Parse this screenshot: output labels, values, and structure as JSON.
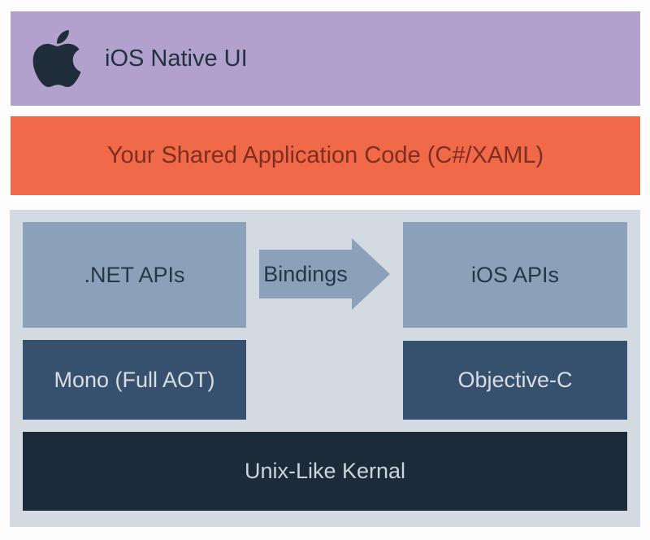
{
  "layers": {
    "native_ui": {
      "label": "iOS Native UI",
      "icon": "apple-logo",
      "bg": "#b3a1cd",
      "fg": "#223140",
      "icon_color": "#1f2c3a"
    },
    "shared_code": {
      "label": "Your Shared Application Code (C#/XAML)",
      "bg": "#f06a4a",
      "fg": "#7e2d1e"
    },
    "platform": {
      "bg": "#d3dae1",
      "boxes": {
        "dotnet_apis": {
          "label": ".NET APIs",
          "bg": "#8ba0b9",
          "fg": "#253746"
        },
        "bindings": {
          "label": "Bindings",
          "shape": "right-arrow",
          "bg": "#8ba0b9",
          "fg": "#253746"
        },
        "ios_apis": {
          "label": "iOS APIs",
          "bg": "#8ba0b9",
          "fg": "#253746"
        },
        "mono": {
          "label": "Mono (Full AOT)",
          "bg": "#36506e",
          "fg": "#d8dde3"
        },
        "objective_c": {
          "label": "Objective-C",
          "bg": "#36506e",
          "fg": "#d8dde3"
        },
        "kernel": {
          "label": "Unix-Like Kernal",
          "bg": "#1c2a39",
          "fg": "#ccd4db"
        }
      }
    }
  }
}
